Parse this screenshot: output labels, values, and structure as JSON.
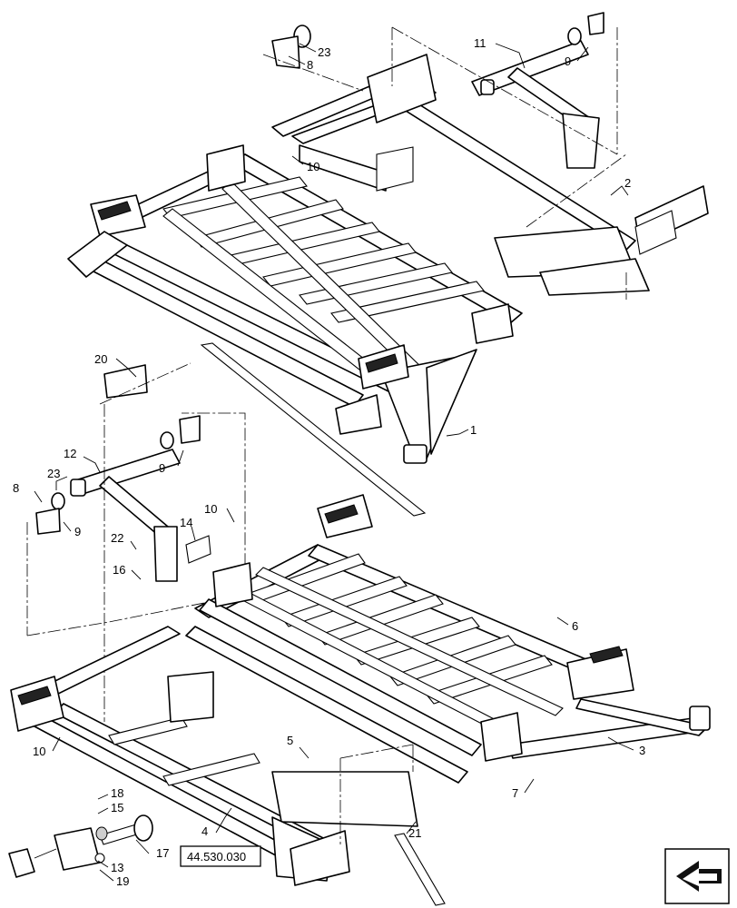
{
  "callouts": {
    "c1": "1",
    "c2": "2",
    "c3": "3",
    "c4": "4",
    "c5": "5",
    "c6": "6",
    "c7": "7",
    "c8a": "8",
    "c8b": "8",
    "c9a": "9",
    "c9b": "9",
    "c9c": "9",
    "c10a": "10",
    "c10b": "10",
    "c10c": "10",
    "c11": "11",
    "c12": "12",
    "c13": "13",
    "c14": "14",
    "c15": "15",
    "c16": "16",
    "c17": "17",
    "c18": "18",
    "c19": "19",
    "c20": "20",
    "c21": "21",
    "c22": "22",
    "c23a": "23",
    "c23b": "23"
  },
  "reference_box": "44.530.030",
  "nav_icon": "next-page-arrow-icon"
}
